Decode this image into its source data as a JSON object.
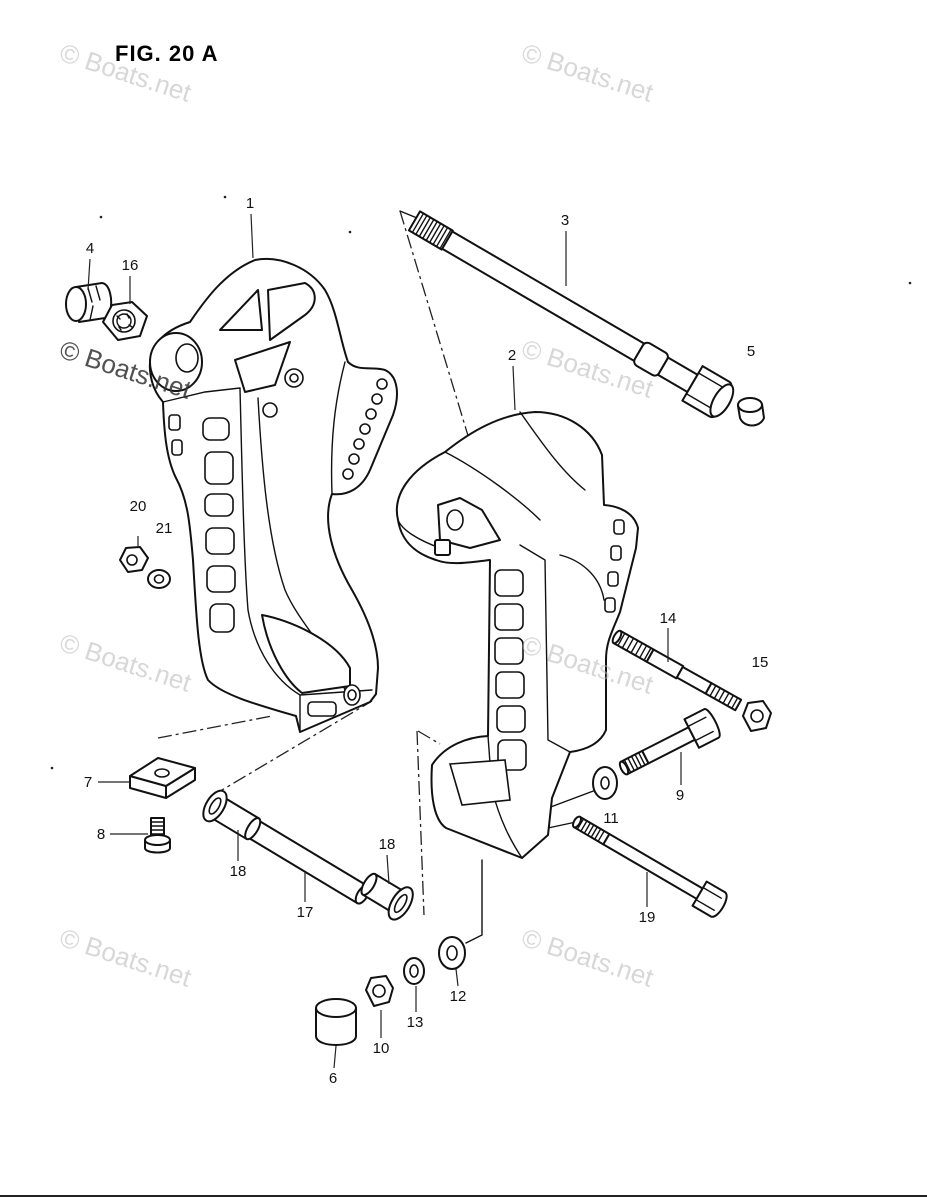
{
  "figure": {
    "title": "FIG. 20 A"
  },
  "watermark": "© Boats.net",
  "callouts": [
    "1",
    "2",
    "3",
    "4",
    "5",
    "6",
    "7",
    "8",
    "9",
    "10",
    "11",
    "12",
    "13",
    "14",
    "15",
    "16",
    "17",
    "18",
    "18",
    "19",
    "20",
    "21"
  ]
}
